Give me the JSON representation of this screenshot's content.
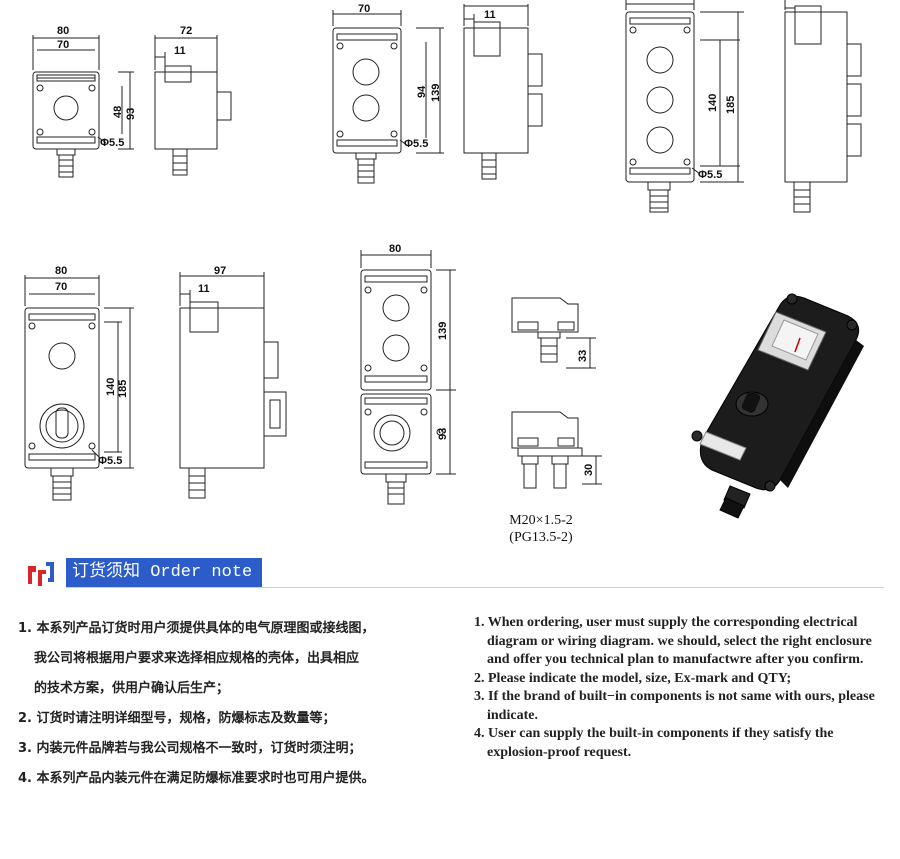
{
  "drawing_1": {
    "width_outer": "80",
    "width_inner": "70",
    "height_inner": "48",
    "height_outer": "93",
    "hole": "Φ5.5",
    "depth": "72",
    "flange": "11"
  },
  "drawing_2": {
    "width_inner": "70",
    "height_inner": "94",
    "height_outer": "139",
    "hole": "Φ5.5",
    "flange": "11"
  },
  "drawing_3": {
    "height_inner": "140",
    "height_outer": "185",
    "hole": "Φ5.5"
  },
  "drawing_4": {
    "width_outer": "80",
    "width_inner": "70",
    "height_inner": "140",
    "height_outer": "185",
    "hole": "Φ5.5",
    "depth": "97",
    "flange": "11"
  },
  "drawing_5": {
    "width": "80",
    "height_top": "139",
    "height_bottom": "93"
  },
  "gland_1": {
    "height": "33"
  },
  "gland_2": {
    "height": "30"
  },
  "gland_caption": {
    "line1": "M20×1.5-2",
    "line2": "(PG13.5-2)"
  },
  "section": {
    "title": "订货须知 Order note"
  },
  "notes_cn": [
    "1. 本系列产品订货时用户须提供具体的电气原理图或接线图，",
    "我公司将根据用户要求来选择相应规格的壳体，出具相应",
    "的技术方案，供用户确认后生产；",
    "2. 订货时请注明详细型号，规格，防爆标志及数量等；",
    "3. 内装元件品牌若与我公司规格不一致时，订货时须注明；",
    "4. 本系列产品内装元件在满足防爆标准要求时也可用户提供。"
  ],
  "notes_en": [
    "1. When ordering, user must supply the corresponding electrical diagram or wiring diagram. we should, select the right enclosure and offer you technical plan to manufactwre after you confirm.",
    "2. Please indicate the model, size, Ex-mark and QTY;",
    "3. If the brand of built−in components is not same with ours, please indicate.",
    "4. User can supply the built-in components if they satisfy the explosion-proof request."
  ],
  "colors": {
    "accent": "#2b5cc9",
    "logo_red": "#d9262b",
    "logo_blue": "#2b5cc9",
    "product_body": "#1c1c1c"
  }
}
